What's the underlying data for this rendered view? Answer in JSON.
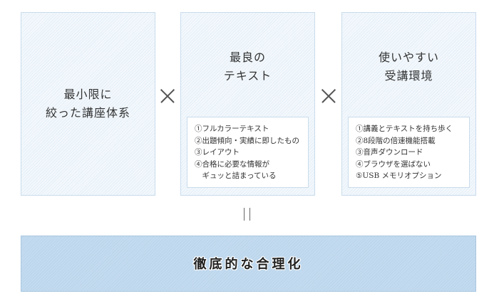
{
  "boxes": [
    {
      "title_lines": [
        "最小限に",
        "絞った講座体系"
      ]
    },
    {
      "title_lines": [
        "最良の",
        "テキスト"
      ],
      "items": [
        "①フルカラーテキスト",
        "②出題傾向・実績に即したもの",
        "③レイアウト",
        "④合格に必要な情報が",
        "　ギュッと詰まっている"
      ]
    },
    {
      "title_lines": [
        "使いやすい",
        "受講環境"
      ],
      "items": [
        "①講義とテキストを持ち歩く",
        "②8段階の倍速機能搭載",
        "③音声ダウンロード",
        "④ブラウザを選ばない",
        "⑤USB メモリオプション"
      ]
    }
  ],
  "result": "徹底的な合理化"
}
